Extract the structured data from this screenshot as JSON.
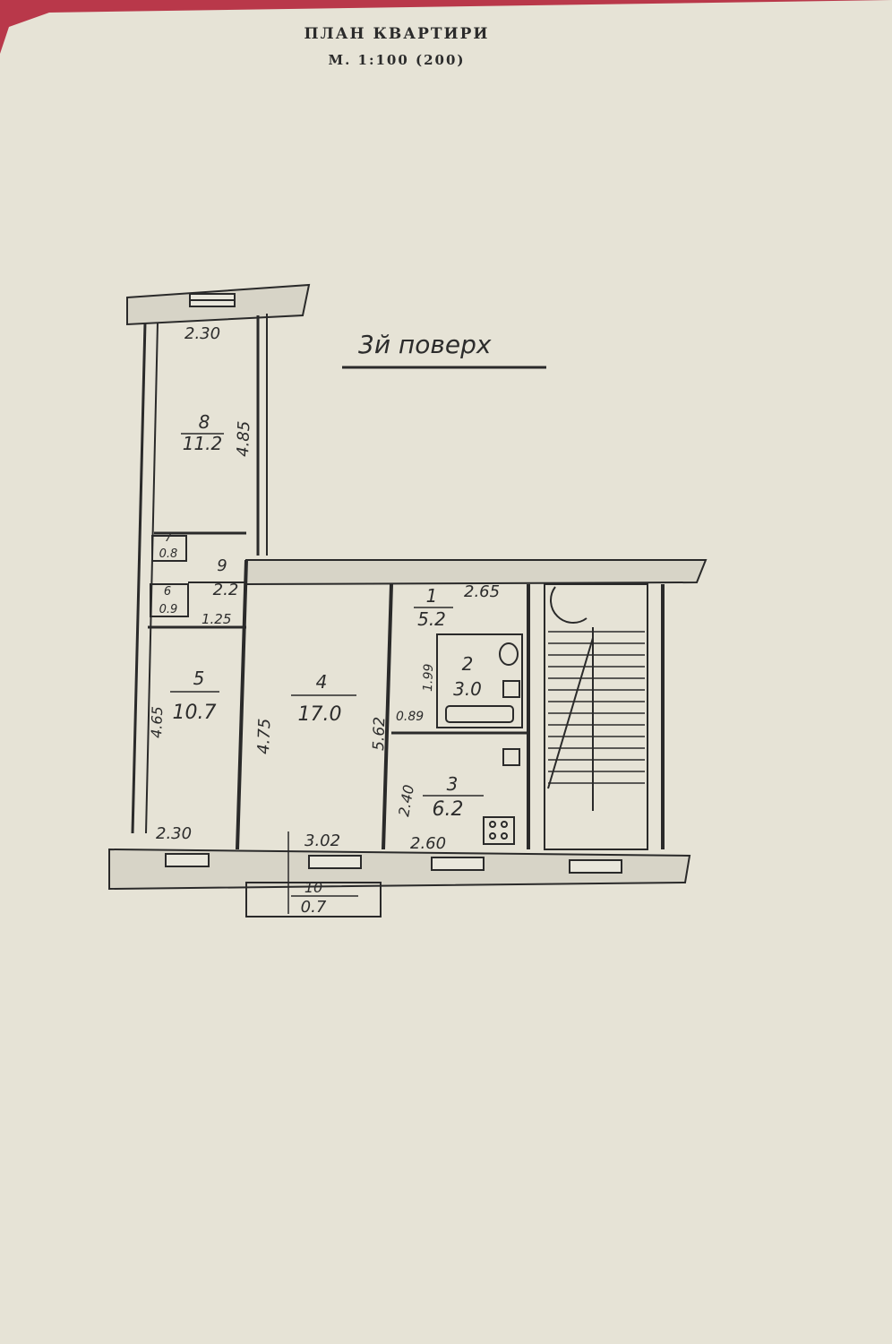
{
  "header": {
    "title": "ПЛАН КВАРТИРИ",
    "scale": "М. 1:100 (200)"
  },
  "floor_label": "3й поверх",
  "rooms": [
    {
      "number": "8",
      "area": "11.2"
    },
    {
      "number": "7",
      "area": "0.8"
    },
    {
      "number": "9",
      "area": "2.2"
    },
    {
      "number": "6",
      "area": "0.9"
    },
    {
      "number": "5",
      "area": "10.7"
    },
    {
      "number": "4",
      "area": "17.0"
    },
    {
      "number": "1",
      "area": "5.2"
    },
    {
      "number": "2",
      "area": "3.0"
    },
    {
      "number": "3",
      "area": "6.2"
    },
    {
      "number": "10",
      "area": "0.7"
    }
  ],
  "dimensions": {
    "room8_top": "2.30",
    "room8_side": "4.85",
    "room6_width": "1.25",
    "room5_side": "4.65",
    "room5_bottom": "2.30",
    "room4_side": "4.75",
    "room4_right": "5.62",
    "room4_bottom": "3.02",
    "room1_top": "2.65",
    "room2_side": "1.99",
    "room2_width": "0.89",
    "room3_side": "2.40",
    "room3_bottom": "2.60"
  }
}
